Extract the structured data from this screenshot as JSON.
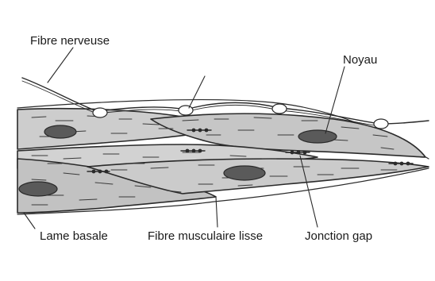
{
  "labels": {
    "nerve_fiber": "Fibre nerveuse",
    "nucleus": "Noyau",
    "basal_lamina": "Lame basale",
    "smooth_muscle_fiber": "Fibre musculaire lisse",
    "gap_junction": "Jonction gap"
  },
  "colors": {
    "cell_fill": "#cfcfcf",
    "cell_fill_dark": "#bcbcbc",
    "nucleus_fill": "#5a5a5a",
    "line": "#2a2a2a"
  }
}
